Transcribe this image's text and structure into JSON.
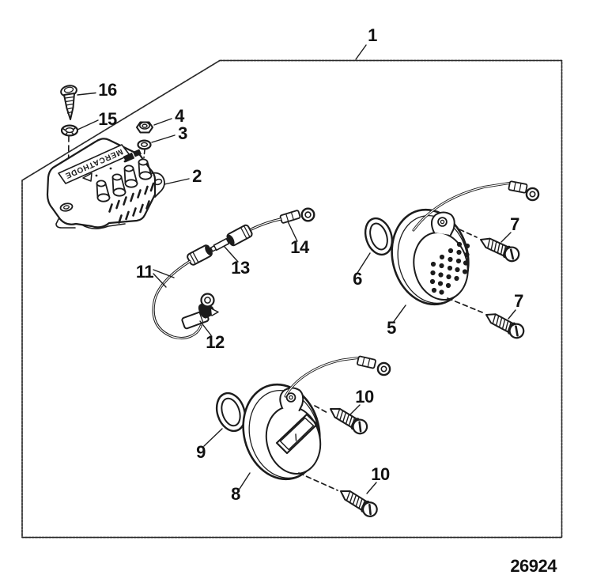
{
  "colors": {
    "ink": "#1c1c1c",
    "background": "#ffffff"
  },
  "labels": {
    "box_label": "MERCATHODE",
    "drawing_number": "26924"
  },
  "callouts": {
    "c1": "1",
    "c2": "2",
    "c3": "3",
    "c4": "4",
    "c5": "5",
    "c6": "6",
    "c7": "7",
    "c8": "8",
    "c9": "9",
    "c10": "10",
    "c11": "11",
    "c12": "12",
    "c13": "13",
    "c14": "14",
    "c15": "15",
    "c16": "16"
  }
}
